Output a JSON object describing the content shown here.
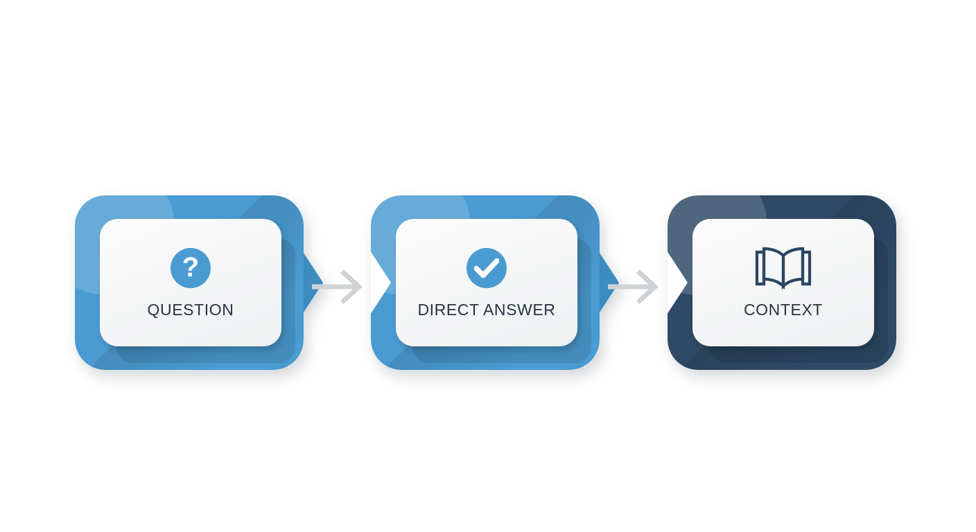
{
  "diagram": {
    "type": "process-flow",
    "orientation": "horizontal",
    "background_color": "#ffffff",
    "step_count": 3,
    "connector_count": 2,
    "connector": {
      "icon": "arrow-right-icon",
      "color": "#cfd3d6",
      "label": ""
    },
    "steps": [
      {
        "index": 1,
        "label": "QUESTION",
        "icon": "question-mark-circle-icon",
        "icon_glyph": "?",
        "plaque_color": "#4a9bd1",
        "plaque_color_dark": "#3a88bd",
        "icon_color": "#4a9bd1",
        "icon_symbol_color": "#ffffff",
        "card_color": "#f5f6f7",
        "label_color": "#27333f",
        "has_left_notch": false,
        "has_right_tab": true
      },
      {
        "index": 2,
        "label": "DIRECT ANSWER",
        "icon": "check-circle-icon",
        "icon_glyph": "✓",
        "plaque_color": "#4a9bd1",
        "plaque_color_dark": "#3a88bd",
        "icon_color": "#4a9bd1",
        "icon_symbol_color": "#ffffff",
        "card_color": "#f5f6f7",
        "label_color": "#27333f",
        "has_left_notch": true,
        "has_right_tab": true
      },
      {
        "index": 3,
        "label": "CONTEXT",
        "icon": "open-book-icon",
        "icon_glyph": "",
        "plaque_color": "#2e4a66",
        "plaque_color_dark": "#263d55",
        "icon_color": "#2b4662",
        "icon_symbol_color": "#2b4662",
        "card_color": "#f5f6f7",
        "label_color": "#27333f",
        "has_left_notch": true,
        "has_right_tab": false
      }
    ]
  }
}
